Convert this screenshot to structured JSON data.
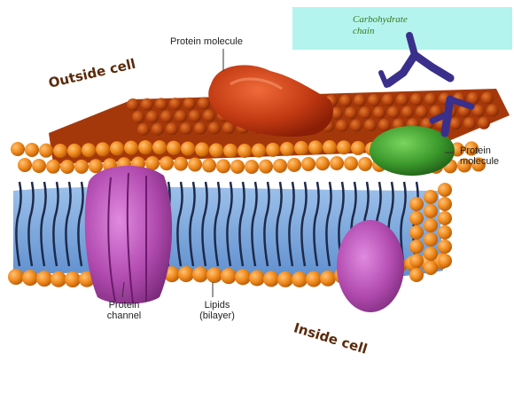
{
  "labels": {
    "protein_molecule_top": "Protein molecule",
    "carbohydrate_chain": "Carbohydrate\nchain",
    "outside_cell": "Outside cell",
    "protein_molecule_right": "Protein\nmolecule",
    "protein_channel": "Protein\nchannel",
    "lipid_bilayer": "Lipids\n(bilayer)",
    "inside_cell": "Inside cell"
  },
  "colors": {
    "head": "#f08a1c",
    "head_shade": "#c9640c",
    "tail": "#1e2a4a",
    "interior": "#7fa7d8",
    "channel": "#b24bb0",
    "protein_red": "#c23a12",
    "protein_green": "#3c9a2c",
    "carbohydrate": "#3a2f8a",
    "panel_cyan": "#b4f4ee"
  }
}
